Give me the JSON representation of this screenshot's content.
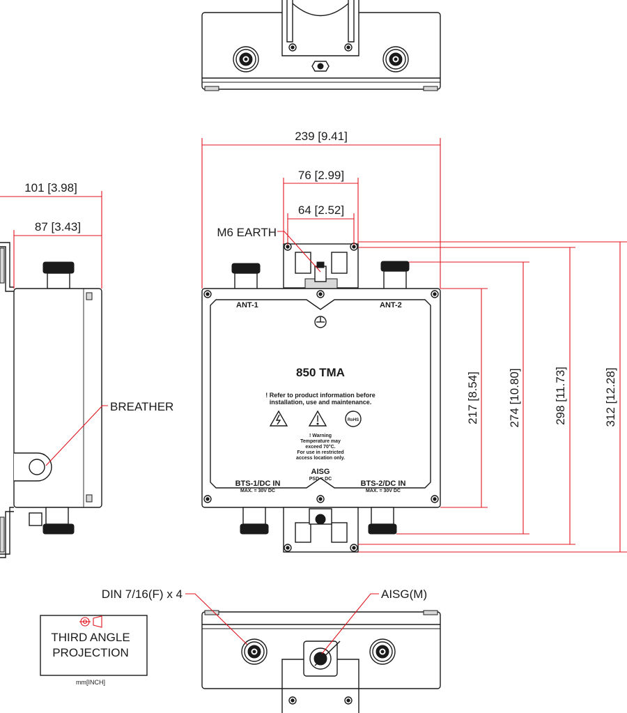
{
  "dimensions": {
    "overall_width": "239 [9.41]",
    "bracket_width": "76 [2.99]",
    "bracket_hole_spacing": "64 [2.52]",
    "side_depth_total": "101 [3.98]",
    "side_depth_body": "87 [3.43]",
    "height_body": "217 [8.54]",
    "height_connectors": "274 [10.80]",
    "height_bracket_holes": "298 [11.73]",
    "height_overall": "312 [12.28]"
  },
  "callouts": {
    "earth": "M6 EARTH",
    "breather": "BREATHER",
    "din": "DIN 7/16(F) x 4",
    "aisg": "AISG(M)"
  },
  "label_panel": {
    "ant1": "ANT-1",
    "ant2": "ANT-2",
    "product": "850  TMA",
    "notice_line1": "! Refer to product information before",
    "notice_line2": "installation, use and maintenance.",
    "rohs": "RoHS",
    "warning_line1": "! Warning",
    "warning_line2": "Temperature may",
    "warning_line3": "exceed 70°C.",
    "warning_line4": "For use in restricted",
    "warning_line5": "access location only.",
    "aisg_label": "AISG",
    "aisg_sub": "PSD = DC",
    "bts1": "BTS-1/DC IN",
    "bts1_sub": "MAX. = 30V DC",
    "bts2": "BTS-2/DC IN",
    "bts2_sub": "MAX. = 30V DC"
  },
  "projection": {
    "line1": "THIRD ANGLE",
    "line2": "PROJECTION",
    "units": "mm[INCH]"
  },
  "colors": {
    "dimension": "#e0141e",
    "outline": "#1a1a1a"
  }
}
